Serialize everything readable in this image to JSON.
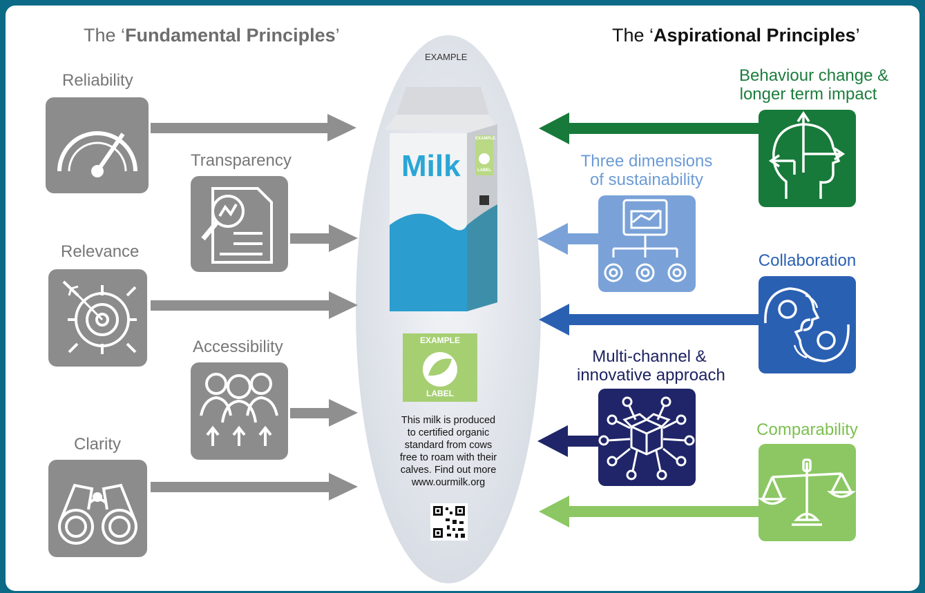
{
  "headers": {
    "fundamental_prefix": "The ‘",
    "fundamental_bold": "Fundamental Principles",
    "fundamental_suffix": "’",
    "aspirational_prefix": "The ‘",
    "aspirational_bold": "Aspirational Principles",
    "aspirational_suffix": "’"
  },
  "fundamental": {
    "reliability": "Reliability",
    "transparency": "Transparency",
    "relevance": "Relevance",
    "accessibility": "Accessibility",
    "clarity": "Clarity"
  },
  "aspirational": {
    "behaviour_line1": "Behaviour change &",
    "behaviour_line2": "longer term impact",
    "three_dim_line1": "Three dimensions",
    "three_dim_line2": "of sustainability",
    "collaboration": "Collaboration",
    "multichannel_line1": "Multi-channel &",
    "multichannel_line2": "innovative approach",
    "comparability": "Comparability"
  },
  "center": {
    "example": "EXAMPLE",
    "milk": "Milk",
    "label_top": "EXAMPLE",
    "label_bottom": "LABEL",
    "carton_label_top": "EXAMPLE",
    "carton_label_bottom": "LABEL",
    "description": [
      "This milk is produced",
      "to certified organic",
      "standard from cows",
      "free to roam with their",
      "calves. Find out more",
      "www.ourmilk.org"
    ]
  },
  "colors": {
    "frame": "#0b6a86",
    "grey_tile": "#8c8c8c",
    "grey_arrow": "#8f8f8f",
    "behaviour": "#177a3a",
    "three_dimensions": "#7aa2d8",
    "collaboration": "#2a60b2",
    "multichannel": "#1f2568",
    "comparability": "#8cc763"
  },
  "icons": {
    "reliability": "speedometer-icon",
    "transparency": "magnified-document-icon",
    "relevance": "target-gear-icon",
    "accessibility": "people-arrows-icon",
    "clarity": "binoculars-icon",
    "behaviour": "head-arrows-icon",
    "three_dimensions": "report-gears-icon",
    "collaboration": "two-heads-icon",
    "multichannel": "box-network-icon",
    "comparability": "scales-icon"
  }
}
